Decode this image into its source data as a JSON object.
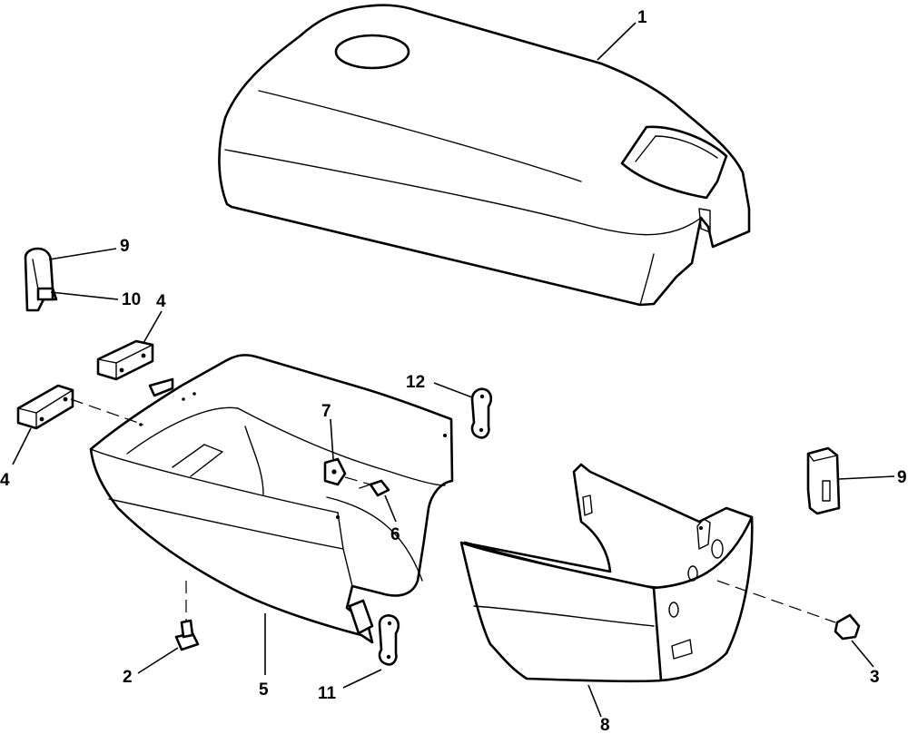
{
  "callouts": [
    {
      "id": "c1",
      "label": "1"
    },
    {
      "id": "c9a",
      "label": "9"
    },
    {
      "id": "c10",
      "label": "10"
    },
    {
      "id": "c4a",
      "label": "4"
    },
    {
      "id": "c12",
      "label": "12"
    },
    {
      "id": "c7",
      "label": "7"
    },
    {
      "id": "c4b",
      "label": "4"
    },
    {
      "id": "c6",
      "label": "6"
    },
    {
      "id": "c9b",
      "label": "9"
    },
    {
      "id": "c2",
      "label": "2"
    },
    {
      "id": "c5",
      "label": "5"
    },
    {
      "id": "c11",
      "label": "11"
    },
    {
      "id": "c3",
      "label": "3"
    },
    {
      "id": "c8",
      "label": "8"
    }
  ]
}
